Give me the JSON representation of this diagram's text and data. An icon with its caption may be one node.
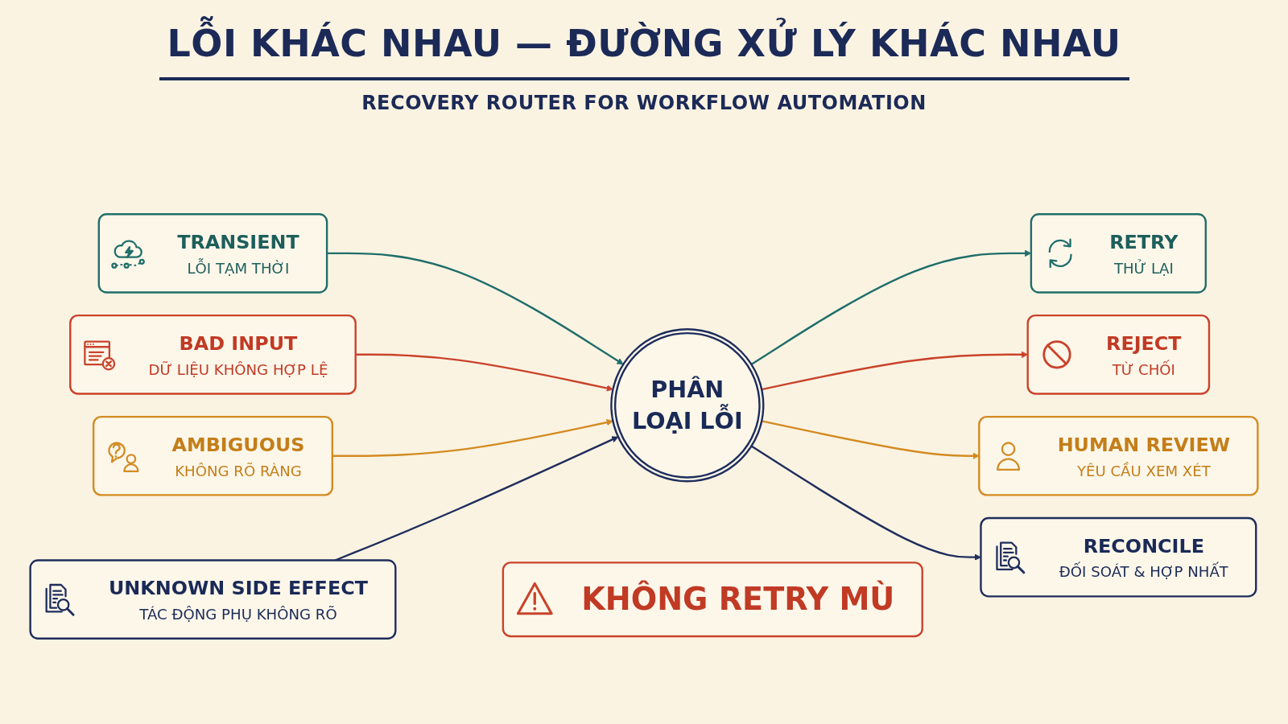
{
  "diagram": {
    "title": "LỖI KHÁC NHAU — ĐƯỜNG XỬ LÝ KHÁC NHAU",
    "nodes": [
      {
        "text": [
          "TRANSIENT",
          "LỖI TẠM THỜI"
        ]
      },
      {
        "text": [
          "BAD INPUT",
          "DỮ LIỆU KHÔNG HỢP LỆ"
        ]
      },
      {
        "text": [
          "AMBIGUOUS",
          "KHÔNG RÕ RÀNG"
        ]
      },
      {
        "text": [
          "UNKNOWN SIDE EFFECT",
          "TÁC ĐỘNG PHỤ KHÔNG RÕ"
        ]
      },
      {
        "text": [
          "PHÂN LOẠI LỖI"
        ]
      },
      {
        "text": [
          "RETRY",
          "THỬ LẠI"
        ]
      },
      {
        "text": [
          "REJECT",
          "TỪ CHỐI"
        ]
      },
      {
        "text": [
          "HUMAN REVIEW",
          "YÊU CẦU XEM XÉT"
        ]
      },
      {
        "text": [
          "RECONCILE",
          "ĐỐI SOÁT & HỢP NHẤT"
        ]
      },
      {
        "text": [
          "KHÔNG RETRY MÙ"
        ]
      }
    ],
    "edges": [
      {
        "from": 0,
        "to": 4,
        "arrow": "to",
        "color": "#1f6e6a"
      },
      {
        "from": 1,
        "to": 4,
        "arrow": "to",
        "color": "#c9432b"
      },
      {
        "from": 2,
        "to": 4,
        "arrow": "to",
        "color": "#d38b22"
      },
      {
        "from": 3,
        "to": 4,
        "arrow": "to",
        "color": "#1e2d5c"
      },
      {
        "from": 4,
        "to": 5,
        "arrow": "to",
        "color": "#1f6e6a"
      },
      {
        "from": 4,
        "to": 6,
        "arrow": "to",
        "color": "#c9432b"
      },
      {
        "from": 4,
        "to": 7,
        "arrow": "to",
        "color": "#d38b22"
      },
      {
        "from": 4,
        "to": 8,
        "arrow": "to",
        "color": "#1e2d5c"
      }
    ],
    "labels": [
      "RECOVERY ROUTER FOR WORKFLOW AUTOMATION"
    ]
  }
}
